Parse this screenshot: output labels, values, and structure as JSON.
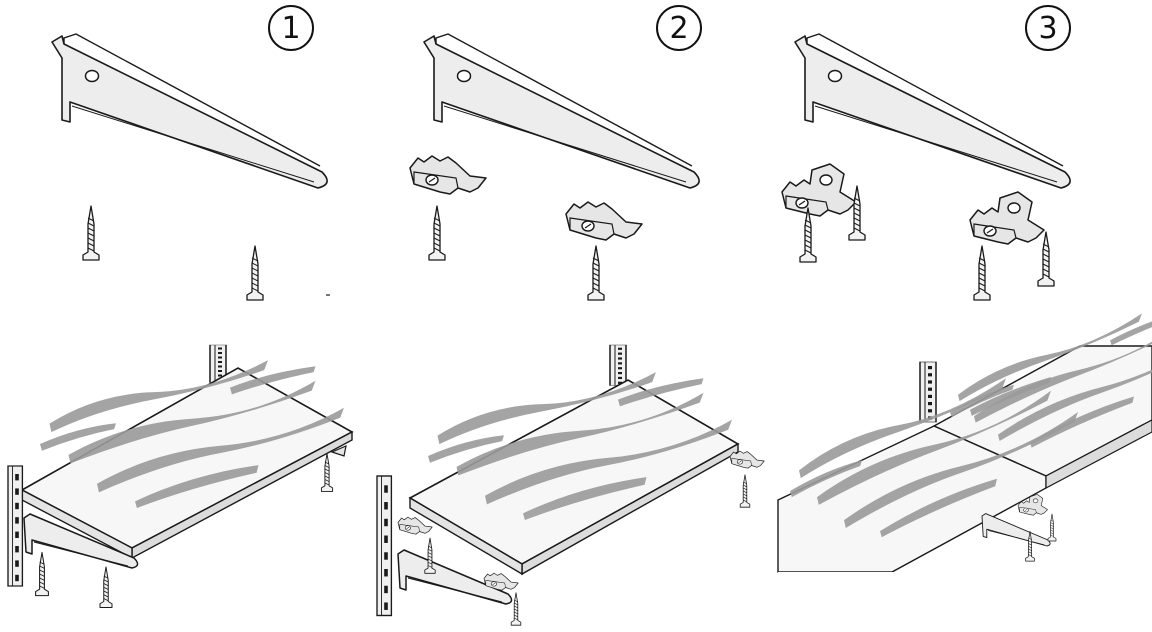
{
  "steps": [
    {
      "number": "1"
    },
    {
      "number": "2"
    },
    {
      "number": "3"
    }
  ],
  "colors": {
    "ink": "#1a1a1a",
    "bracket_fill": "#ededed",
    "plank_fill": "#f7f7f7",
    "wood_grain": "#9b9b9b",
    "metal_fill": "#e6e6e6"
  }
}
